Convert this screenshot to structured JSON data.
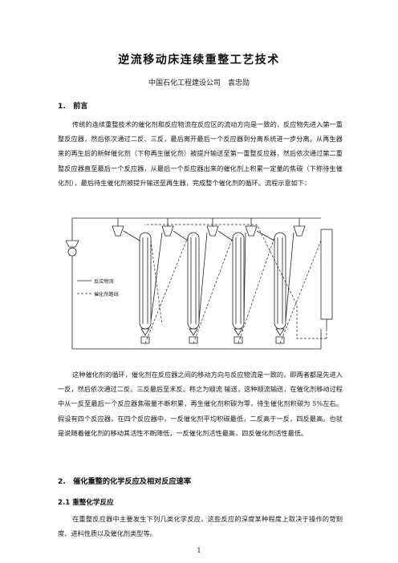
{
  "title": "逆流移动床连续重整工艺技术",
  "author": "中国石化工程建设公司　袁忠勋",
  "section1": {
    "heading": "1.　前言",
    "para1": "传统的连续重整技术的催化剂和反应物流在反应区的流动方向是一致的，反应物先进入第一重整反应器，然后依次通过二反、三反，最后离开最后一个反应器到分离系统进一步分离。从再生器来的再生后的新鲜催化剂（下称再生催化剂）被提升输送至第一重整反应器，然后依次通过第二重整反应器直至最后一个反应器，从最后一个反应器出来的催化剂上积累一定量的焦碳（下称待生催化剂），最后待生催化剂被提升输送至再生器，完成整个催化剂的循环。流程示意如下：",
    "para2": "这种催化剂的循环，催化剂在反应器之间的移动方向与反应物流是一致的，即两者都是先进入一反，然后依次通过二反、三反最后至末反。称之为顺流 输送，这种顺流输送，在催化剂移动过程中从一反至最后一个反应器焦碳量不断积累，再生催化剂积碳为零，待生催化剂积碳为 5%左右。假设有四个反应器，在四个反应器中，一反催化剂平均积碳最低，二反高于一反，四反最高。也就是说随着催化剂的移动其活性不断降低，一反催化剂活性最高，四反催化剂活性最低。"
  },
  "figure": {
    "legend_reactant": "反应物流",
    "legend_catalyst": "催化剂路线"
  },
  "section2": {
    "heading": "2.　催化重整的化学反应及相对反应速率",
    "sub1_heading": "2.1  重整化学反应",
    "sub1_para": "在重整反应器中主要发生下列几类化学反应，这些反应的深度某种程度上取决于操作的苛刻度、进料性质以及催化剂类型等。"
  },
  "page_number": "1"
}
